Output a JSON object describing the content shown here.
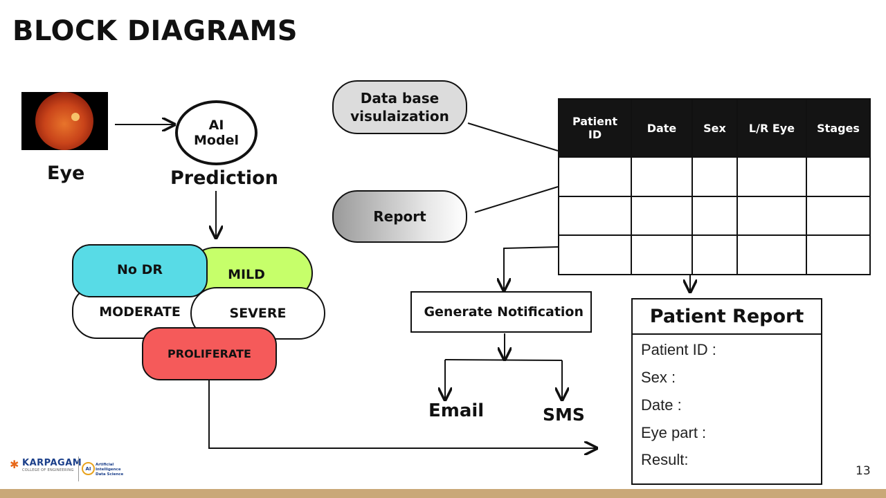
{
  "title": "BLOCK DIAGRAMS",
  "eye_label": "Eye",
  "ai_model": "AI\nModel",
  "prediction_label": "Prediction",
  "stages": {
    "no_dr": "No DR",
    "mild": "MILD",
    "moderate": "MODERATE",
    "severe": "SEVERE",
    "proliferate": "PROLIFERATE"
  },
  "database_visualization": "Data base\nvisulaization",
  "report": "Report",
  "table": {
    "headers": [
      "Patient\nID",
      "Date",
      "Sex",
      "L/R Eye",
      "Stages"
    ],
    "empty_rows": 3
  },
  "generate_notification": "Generate Notification",
  "email": "Email",
  "sms": "SMS",
  "patient_report": {
    "title": "Patient Report",
    "fields": [
      "Patient ID :",
      "Sex :",
      "Date :",
      "Eye part :",
      "Result:"
    ]
  },
  "logo": {
    "college": "KARPAGAM",
    "college_sub": "COLLEGE OF ENGINEERING",
    "dept": "Artificial Intelligence\nData Science"
  },
  "page_number": "13",
  "colors": {
    "no_dr": "#58dbe6",
    "mild": "#c6ff6a",
    "proliferate": "#f55a5a",
    "footer": "#c9a878"
  }
}
